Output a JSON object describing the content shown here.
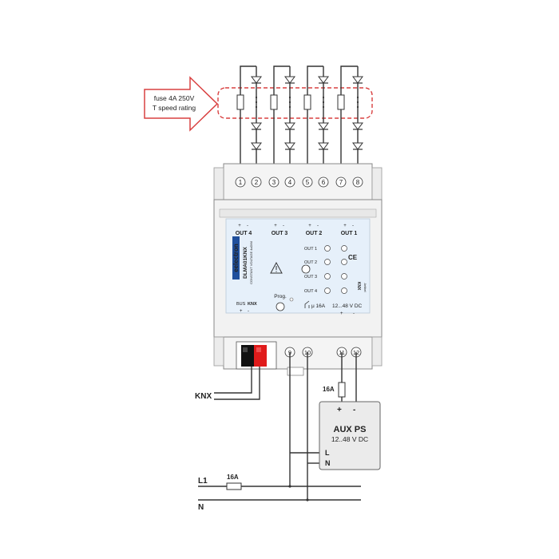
{
  "callout": {
    "line1": "fuse  4A 250V",
    "line2": "T speed rating"
  },
  "terminals_top": [
    "1",
    "2",
    "3",
    "4",
    "5",
    "6",
    "7",
    "8"
  ],
  "terminals_bottom": [
    "9",
    "10",
    "11",
    "12"
  ],
  "module": {
    "brand": "eelectron",
    "model": "DLMA01KNX",
    "model_sub": "CONSTANT VOLTAGE  4xDIM",
    "outputs_header": [
      "OUT 4",
      "OUT 3",
      "OUT 2",
      "OUT 1"
    ],
    "channel_labels": [
      "OUT 1",
      "OUT 2",
      "OUT 3",
      "OUT 4"
    ],
    "bus_label": "BUS",
    "knx_mark": "KNX",
    "prog_label": "Prog.",
    "relay_label": "μ 16A",
    "supply_label": "12...48 V DC",
    "polarity_plus": "+",
    "polarity_minus": "-",
    "ce_mark": "CE",
    "side_knx": "KNX",
    "side_tag": "Artikel"
  },
  "wiring": {
    "knx_label": "KNX",
    "fuse_dc_label": "16A",
    "fuse_line_label": "16A",
    "ps_title": "AUX PS",
    "ps_voltage": "12..48 V DC",
    "ps_plus": "+",
    "ps_minus": "-",
    "ps_l": "L",
    "ps_n": "N",
    "line_l1": "L1",
    "line_n": "N"
  },
  "colors": {
    "callout_arrow": "#d94040",
    "fuse_box": "#d94040",
    "module_body": "#f2f2f2",
    "label_panel": "#e6f0fa",
    "knx_black": "#111111",
    "knx_red": "#e01b1b",
    "ps_body": "#ebebeb"
  }
}
